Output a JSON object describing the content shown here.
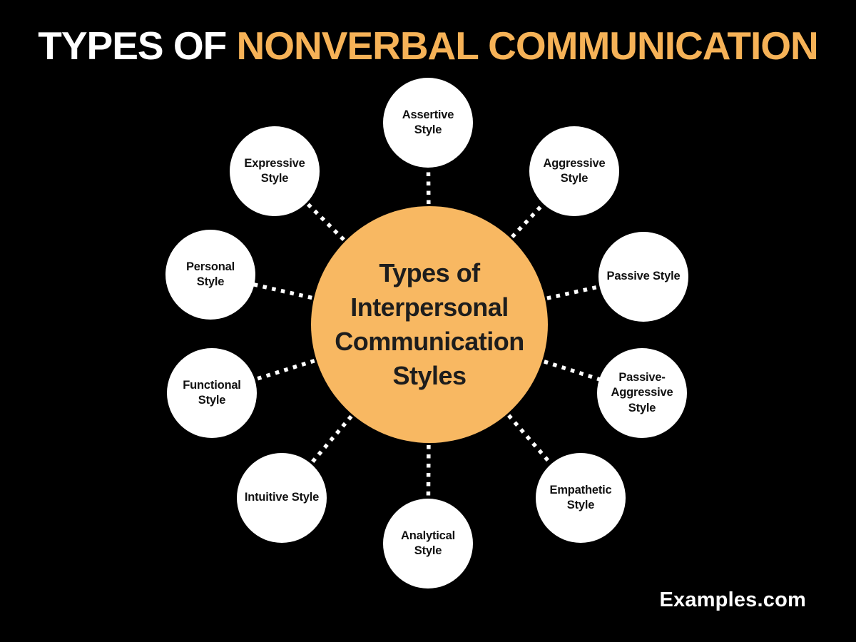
{
  "title": {
    "prefix": "TYPES OF ",
    "highlight": "NONVERBAL COMMUNICATION"
  },
  "center": {
    "label": "Types of\nInterpersonal\nCommunication\nStyles"
  },
  "nodes": [
    {
      "label": "Assertive\nStyle"
    },
    {
      "label": "Aggressive\nStyle"
    },
    {
      "label": "Passive Style"
    },
    {
      "label": "Passive-\nAggressive\nStyle"
    },
    {
      "label": "Empathetic\nStyle"
    },
    {
      "label": "Analytical\nStyle"
    },
    {
      "label": "Intuitive Style"
    },
    {
      "label": "Functional\nStyle"
    },
    {
      "label": "Personal\nStyle"
    },
    {
      "label": "Expressive\nStyle"
    }
  ],
  "footer": {
    "brand": "Examples.com"
  },
  "colors": {
    "background": "#000000",
    "accent": "#f6b257",
    "title_prefix": "#ffffff",
    "center_fill": "#f8b862",
    "node_fill": "#ffffff",
    "line": "#ffffff"
  }
}
